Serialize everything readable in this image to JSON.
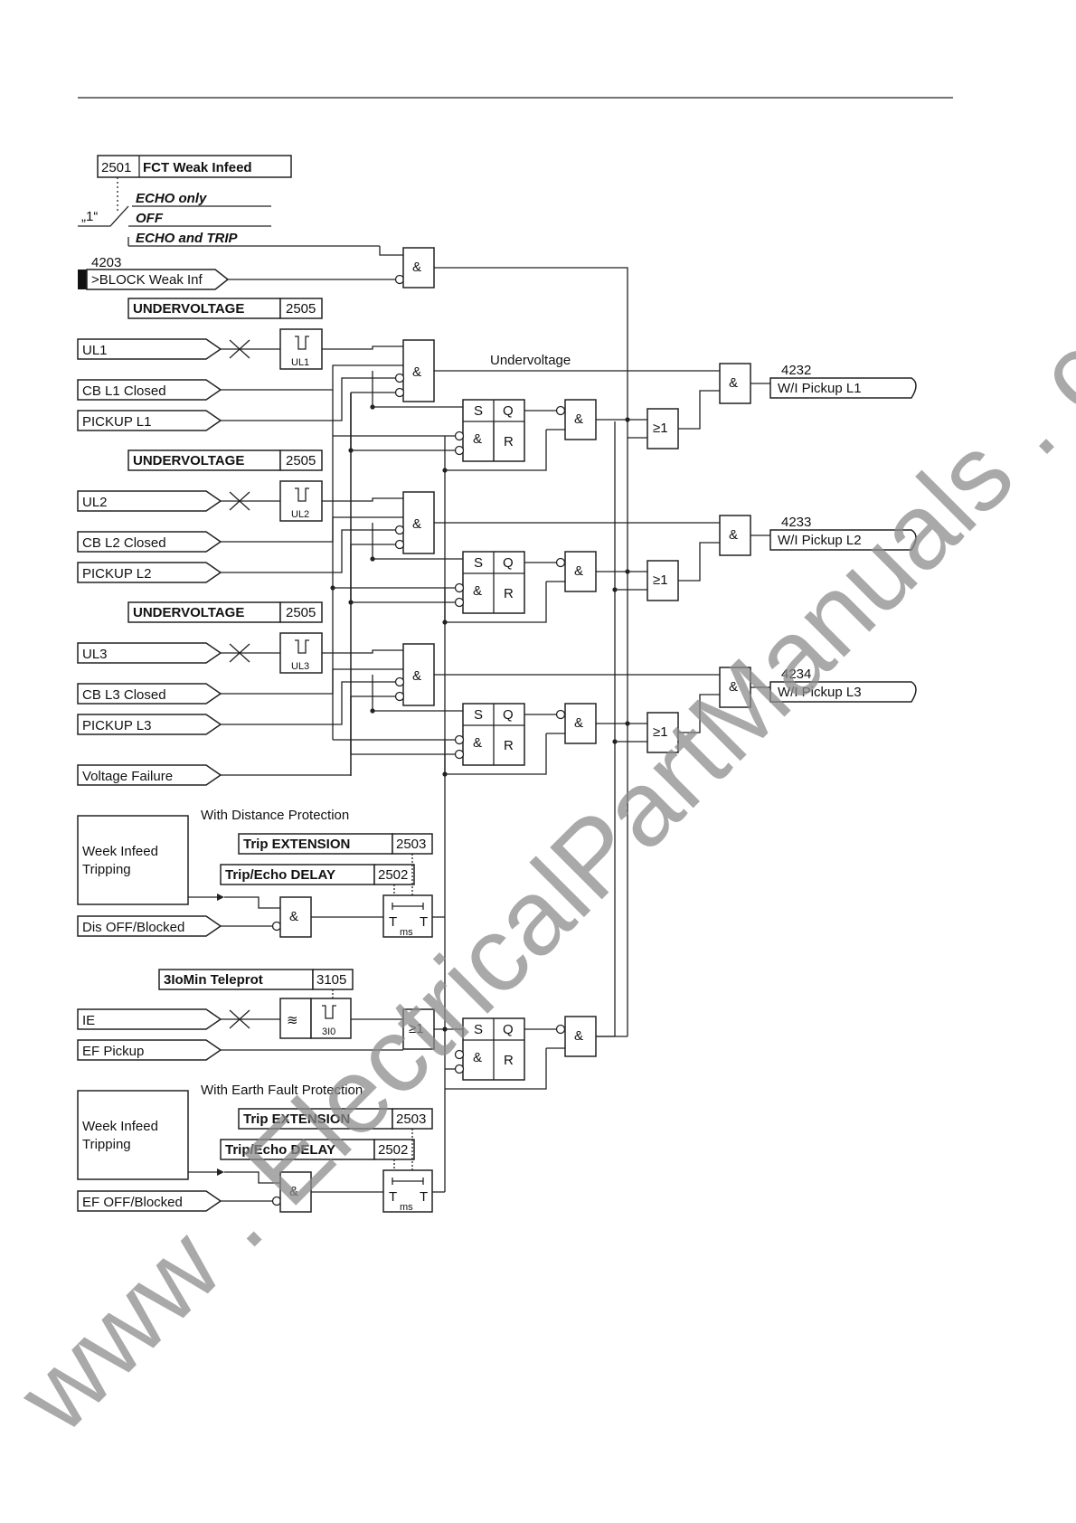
{
  "settings": {
    "fct_weak_infeed": {
      "address": "2501",
      "name": "FCT Weak Infeed",
      "constant": "„1“",
      "options": [
        "ECHO only",
        "OFF",
        "ECHO and TRIP"
      ]
    },
    "undervoltage": {
      "name": "UNDERVOLTAGE",
      "address": "2505"
    },
    "trip_extension": {
      "name": "Trip EXTENSION",
      "address": "2503"
    },
    "trip_echo_delay": {
      "name": "Trip/Echo DELAY",
      "address": "2502"
    },
    "teleprot": {
      "name": "3IoMin Teleprot",
      "address": "3105"
    }
  },
  "inputs": {
    "block_weak_inf": {
      "number": "4203",
      "label": ">BLOCK Weak Inf"
    },
    "ul1": "UL1",
    "cb_l1": "CB L1 Closed",
    "pickup_l1": "PICKUP L1",
    "ul2": "UL2",
    "cb_l2": "CB L2 Closed",
    "pickup_l2": "PICKUP L2",
    "ul3": "UL3",
    "cb_l3": "CB L3 Closed",
    "pickup_l3": "PICKUP L3",
    "voltage_failure": "Voltage Failure",
    "dis_off": "Dis OFF/Blocked",
    "ie": "IE",
    "ef_pickup": "EF Pickup",
    "ef_off": "EF OFF/Blocked"
  },
  "outputs": [
    {
      "number": "4232",
      "label": "W/I Pickup L1"
    },
    {
      "number": "4233",
      "label": "W/I Pickup L2"
    },
    {
      "number": "4234",
      "label": "W/I Pickup L3"
    }
  ],
  "labels": {
    "undervoltage_signal": "Undervoltage",
    "with_distance": "With Distance Protection",
    "with_earth_fault": "With Earth Fault Protection",
    "week_infeed_line1": "Week Infeed",
    "week_infeed_line2": "Tripping",
    "ul1_tag": "UL1",
    "ul2_tag": "UL2",
    "ul3_tag": "UL3",
    "tag_3i0": "3I0"
  },
  "symbols": {
    "and": "&",
    "or": "≥1",
    "set": "S",
    "reset": "R",
    "out": "Q",
    "timer_t": "T",
    "timer_ms": "ms",
    "filter": "≋",
    "step": "⎍"
  },
  "watermark": "www . ElectricalPartManuals . com"
}
